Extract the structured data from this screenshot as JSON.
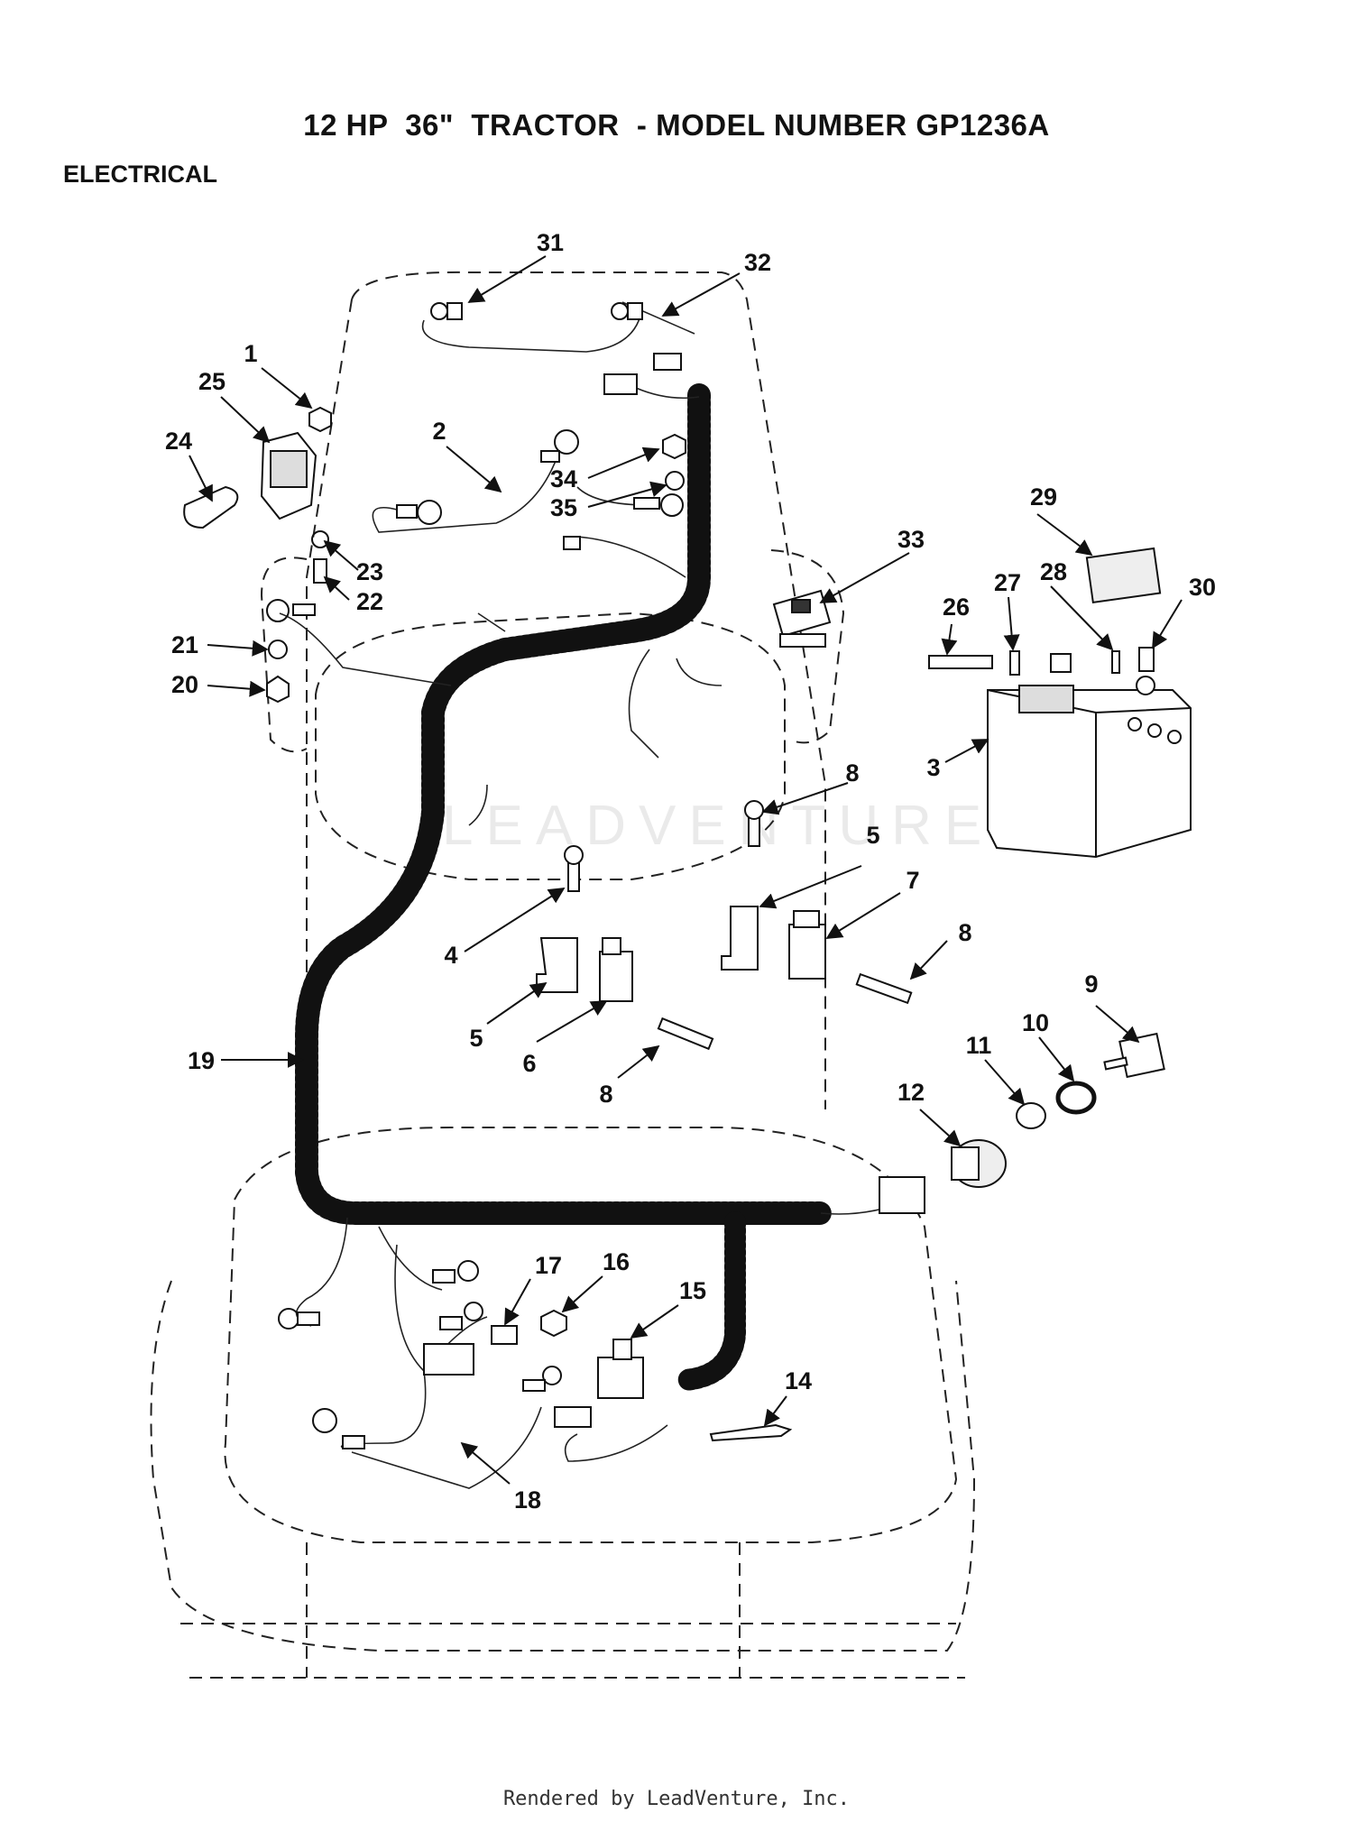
{
  "header": {
    "title": "12 HP  36\"  TRACTOR  - MODEL NUMBER GP1236A",
    "section": "ELECTRICAL"
  },
  "watermark": {
    "text": "LEADVENTURE"
  },
  "footer": {
    "text": "Rendered by LeadVenture, Inc."
  },
  "callouts": [
    {
      "id": "c31",
      "label": "31"
    },
    {
      "id": "c32",
      "label": "32"
    },
    {
      "id": "c1",
      "label": "1"
    },
    {
      "id": "c25",
      "label": "25"
    },
    {
      "id": "c24",
      "label": "24"
    },
    {
      "id": "c2",
      "label": "2"
    },
    {
      "id": "c34",
      "label": "34"
    },
    {
      "id": "c35",
      "label": "35"
    },
    {
      "id": "c23",
      "label": "23"
    },
    {
      "id": "c22",
      "label": "22"
    },
    {
      "id": "c21",
      "label": "21"
    },
    {
      "id": "c20",
      "label": "20"
    },
    {
      "id": "c33",
      "label": "33"
    },
    {
      "id": "c29",
      "label": "29"
    },
    {
      "id": "c26",
      "label": "26"
    },
    {
      "id": "c27",
      "label": "27"
    },
    {
      "id": "c28",
      "label": "28"
    },
    {
      "id": "c30",
      "label": "30"
    },
    {
      "id": "c3",
      "label": "3"
    },
    {
      "id": "c8a",
      "label": "8"
    },
    {
      "id": "c5a",
      "label": "5"
    },
    {
      "id": "c7",
      "label": "7"
    },
    {
      "id": "c4",
      "label": "4"
    },
    {
      "id": "c8b",
      "label": "8"
    },
    {
      "id": "c5b",
      "label": "5"
    },
    {
      "id": "c6",
      "label": "6"
    },
    {
      "id": "c8c",
      "label": "8"
    },
    {
      "id": "c19",
      "label": "19"
    },
    {
      "id": "c9",
      "label": "9"
    },
    {
      "id": "c10",
      "label": "10"
    },
    {
      "id": "c11",
      "label": "11"
    },
    {
      "id": "c12",
      "label": "12"
    },
    {
      "id": "c17",
      "label": "17"
    },
    {
      "id": "c16",
      "label": "16"
    },
    {
      "id": "c15",
      "label": "15"
    },
    {
      "id": "c14",
      "label": "14"
    },
    {
      "id": "c18",
      "label": "18"
    }
  ]
}
